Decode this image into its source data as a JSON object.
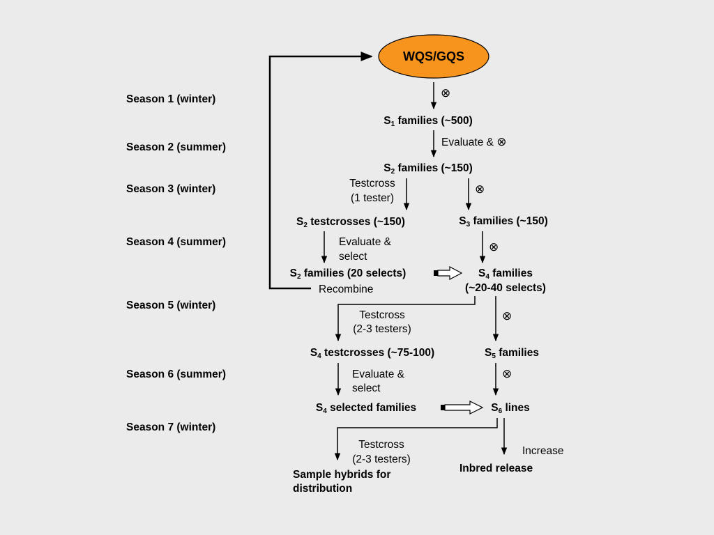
{
  "colors": {
    "background": "#ebebeb",
    "oval_fill": "#f7941d",
    "line": "#000000"
  },
  "seasons": [
    "Season 1 (winter)",
    "Season 2 (summer)",
    "Season 3 (winter)",
    "Season 4 (summer)",
    "Season 5 (winter)",
    "Season 6 (summer)",
    "Season 7 (winter)"
  ],
  "oval_label": "WQS/GQS",
  "self_symbol": "⊗",
  "nodes": {
    "s1_families": {
      "prefix": "S",
      "sub": "1",
      "suffix": " families (~500)"
    },
    "s2_families": {
      "prefix": "S",
      "sub": "2",
      "suffix": " families (~150)"
    },
    "s2_testcrosses": {
      "prefix": "S",
      "sub": "2",
      "suffix": " testcrosses (~150)"
    },
    "s3_families": {
      "prefix": "S",
      "sub": "3",
      "suffix": " families (~150)"
    },
    "s2_families_selects": {
      "prefix": "S",
      "sub": "2",
      "suffix": " families (20 selects)"
    },
    "s4_families": {
      "prefix": "S",
      "sub": "4",
      "suffix": " families",
      "line2": "(~20-40 selects)"
    },
    "s4_testcrosses": {
      "prefix": "S",
      "sub": "4",
      "suffix": " testcrosses (~75-100)"
    },
    "s5_families": {
      "prefix": "S",
      "sub": "5",
      "suffix": " families"
    },
    "s4_selected": {
      "prefix": "S",
      "sub": "4",
      "suffix": " selected families"
    },
    "s6_lines": {
      "prefix": "S",
      "sub": "6",
      "suffix": " lines"
    },
    "sample_hybrids": {
      "line1": "Sample hybrids for",
      "line2": "distribution"
    },
    "inbred_release": "Inbred release"
  },
  "labels": {
    "evaluate_and": "Evaluate &",
    "select": "select",
    "testcross": "Testcross",
    "one_tester": "(1 tester)",
    "two_three_testers": "(2-3 testers)",
    "recombine": "Recombine",
    "increase": "Increase"
  }
}
